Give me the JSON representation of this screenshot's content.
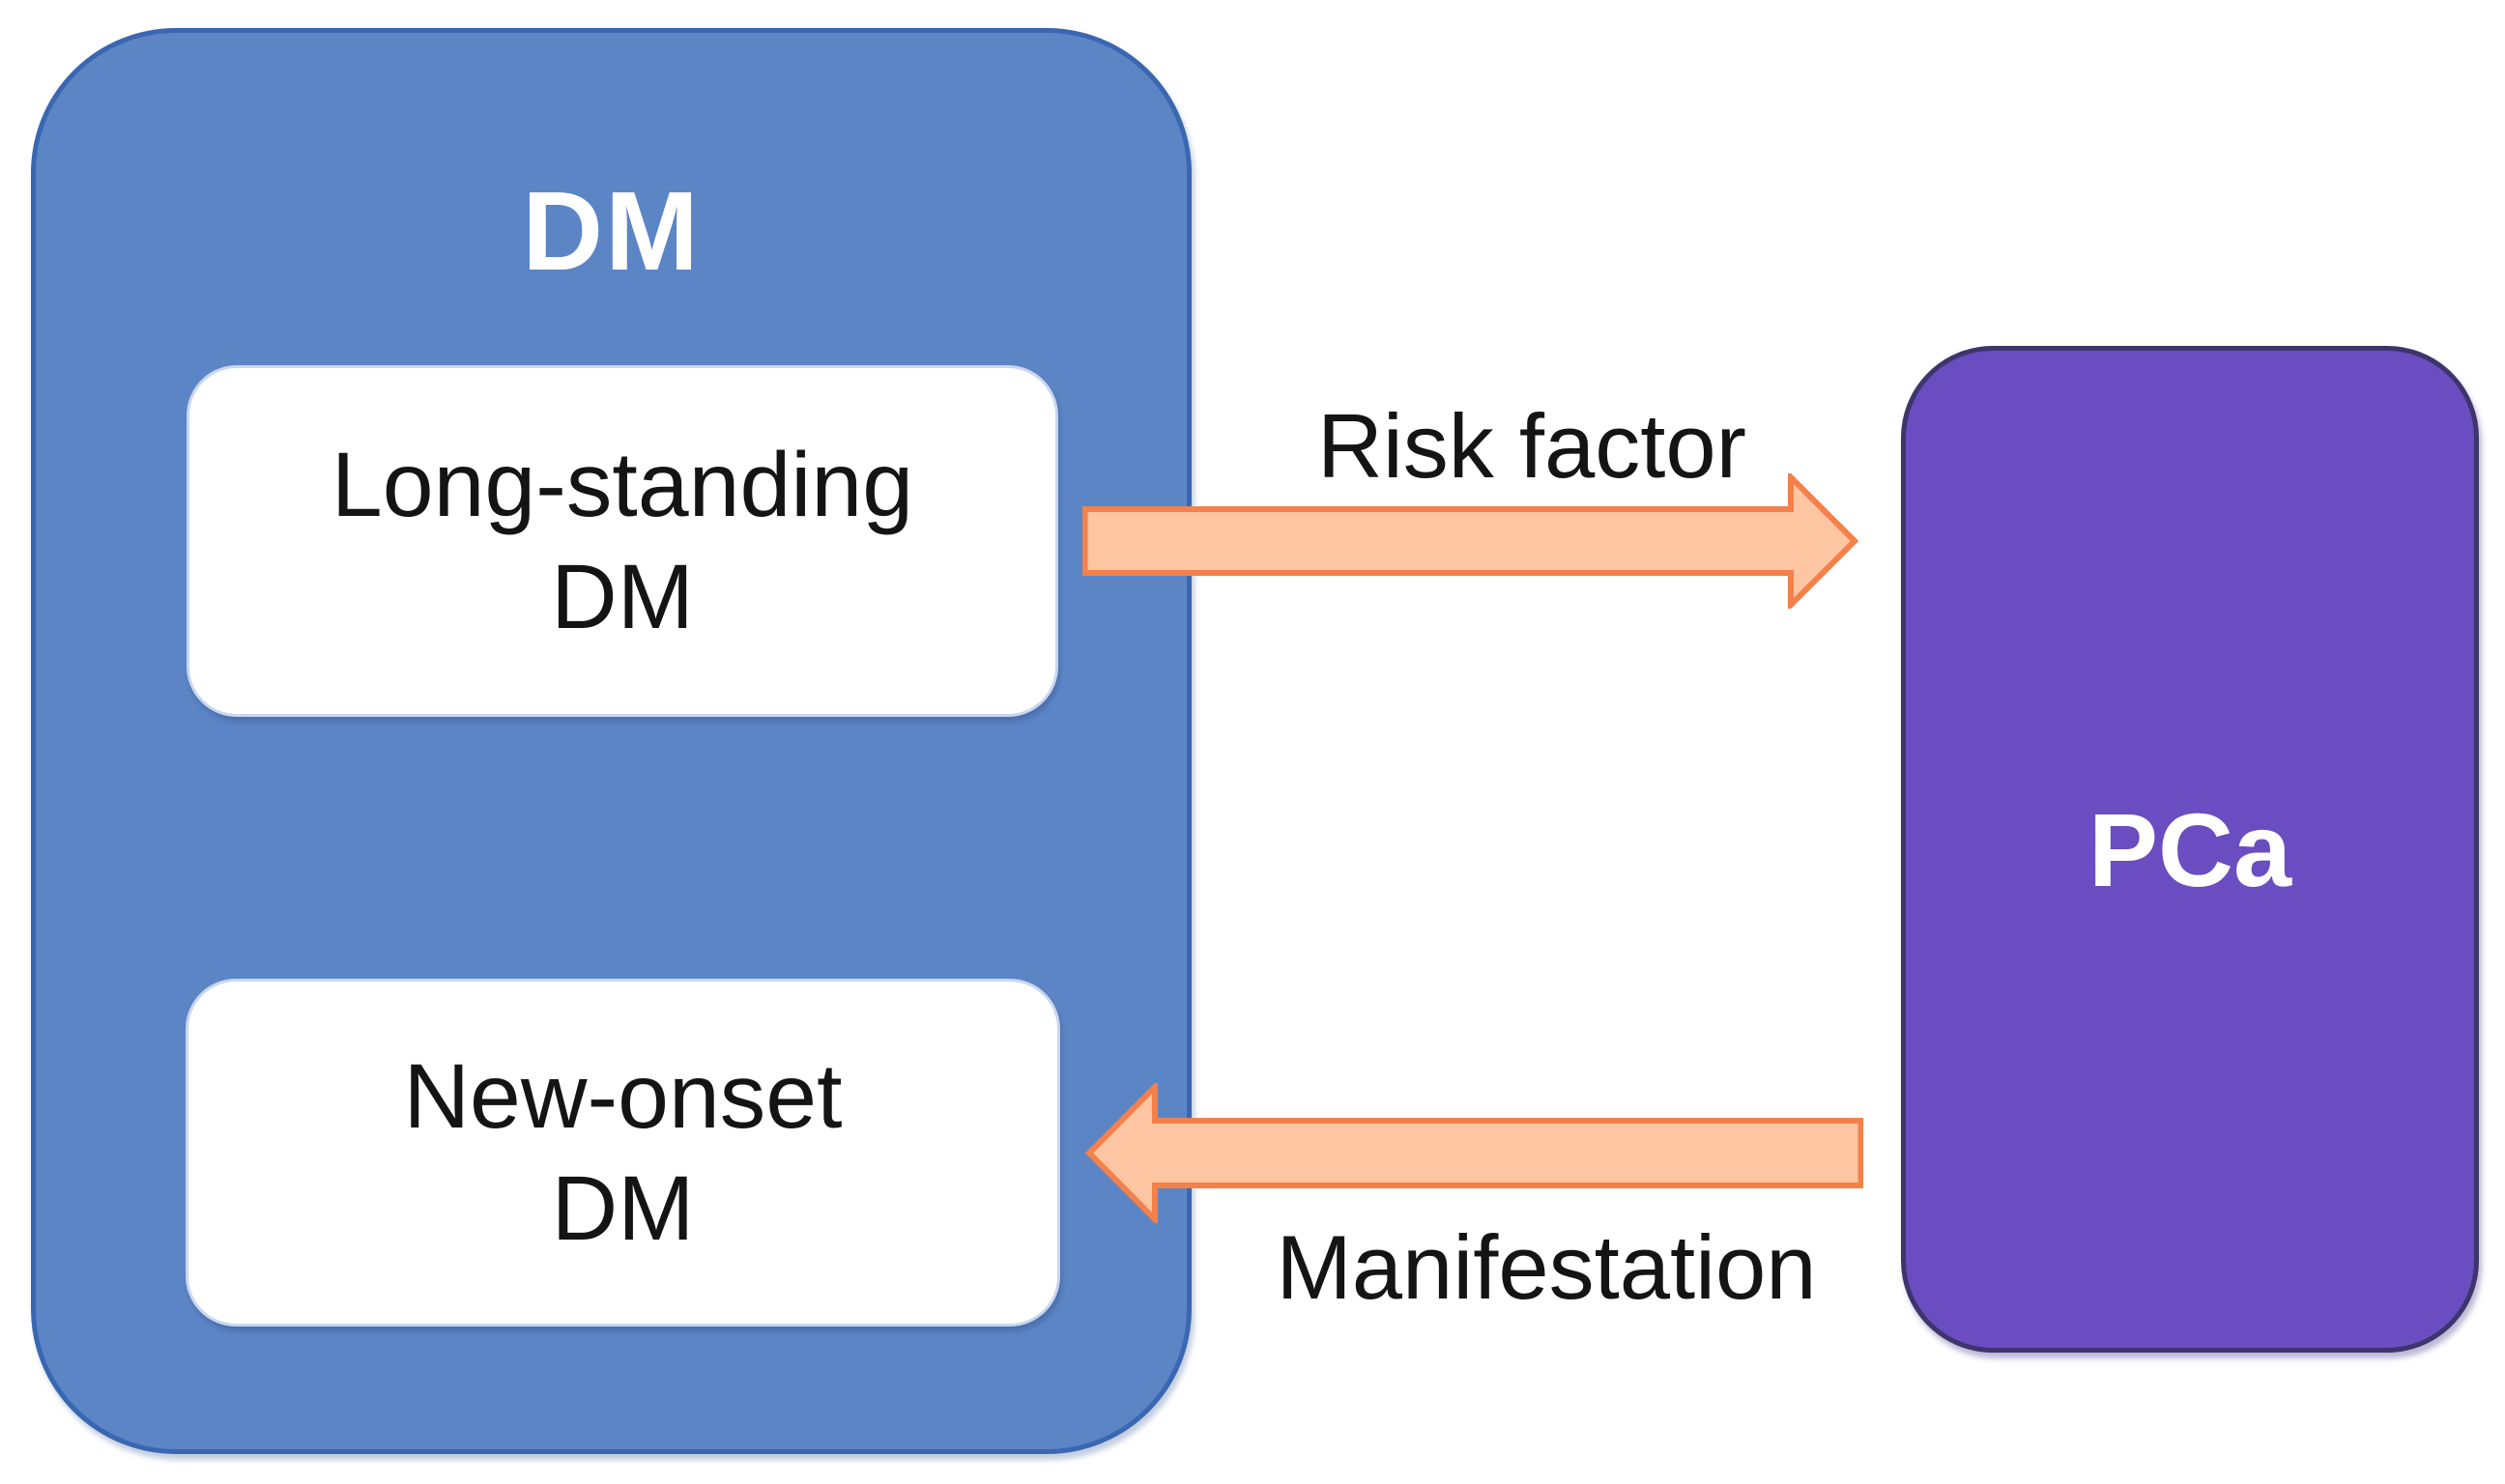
{
  "figure": {
    "title_hint": "Relationship between DM and PCa",
    "group_box": {
      "label": "DM",
      "fill": "#5C85C6",
      "border_color": "#3A67B1",
      "text_color": "#FFFFFF"
    },
    "nodes": {
      "long_standing": {
        "line1": "Long-standing",
        "line2": "DM",
        "fill": "#FFFFFF",
        "text_color": "#141414"
      },
      "new_onset": {
        "line1": "New-onset",
        "line2": "DM",
        "fill": "#FFFFFF",
        "text_color": "#141414"
      },
      "pca": {
        "label": "PCa",
        "fill": "#6A4DC1",
        "border_color": "#3D356C",
        "text_color": "#FFFFFF"
      }
    },
    "edges": {
      "risk": {
        "label": "Risk factor",
        "from": "Long-standing DM",
        "to": "PCa",
        "direction": "right",
        "fill": "#FEC5A3",
        "stroke": "#F4804A"
      },
      "manifestation": {
        "label": "Manifestation",
        "from": "PCa",
        "to": "New-onset DM",
        "direction": "left",
        "fill": "#FEC5A3",
        "stroke": "#F4804A"
      }
    }
  }
}
